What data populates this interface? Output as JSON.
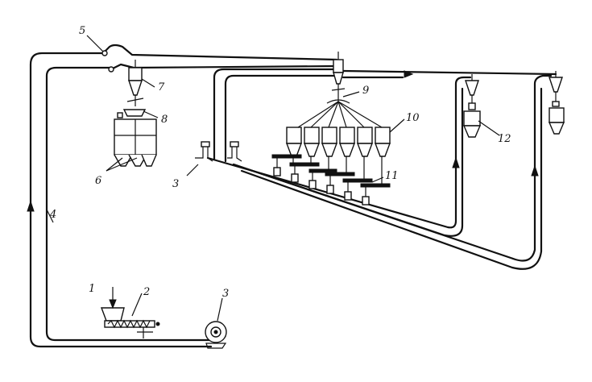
{
  "labels": {
    "l1": "1",
    "l2": "2",
    "l3a": "3",
    "l3b": "3",
    "l4": "4",
    "l5": "5",
    "l6": "6",
    "l7": "7",
    "l8": "8",
    "l9": "9",
    "l10": "10",
    "l11": "11",
    "l12": "12"
  },
  "colors": {
    "ink": "#111111",
    "paper": "#ffffff"
  }
}
